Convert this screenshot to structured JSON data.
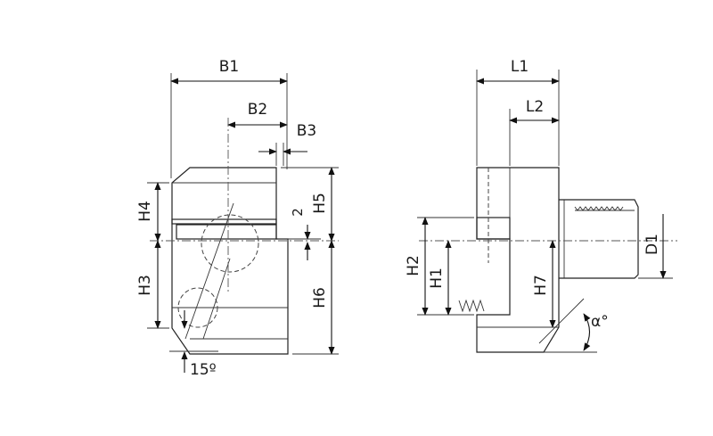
{
  "front_view": {
    "B1": "B1",
    "B2": "B2",
    "B3": "B3",
    "H3": "H3",
    "H4": "H4",
    "H5": "H5",
    "H6": "H6",
    "gap": "2",
    "angle": "15º"
  },
  "side_view": {
    "L1": "L1",
    "L2": "L2",
    "H1": "H1",
    "H2": "H2",
    "H7": "H7",
    "D1": "D1",
    "alpha": "α°"
  }
}
